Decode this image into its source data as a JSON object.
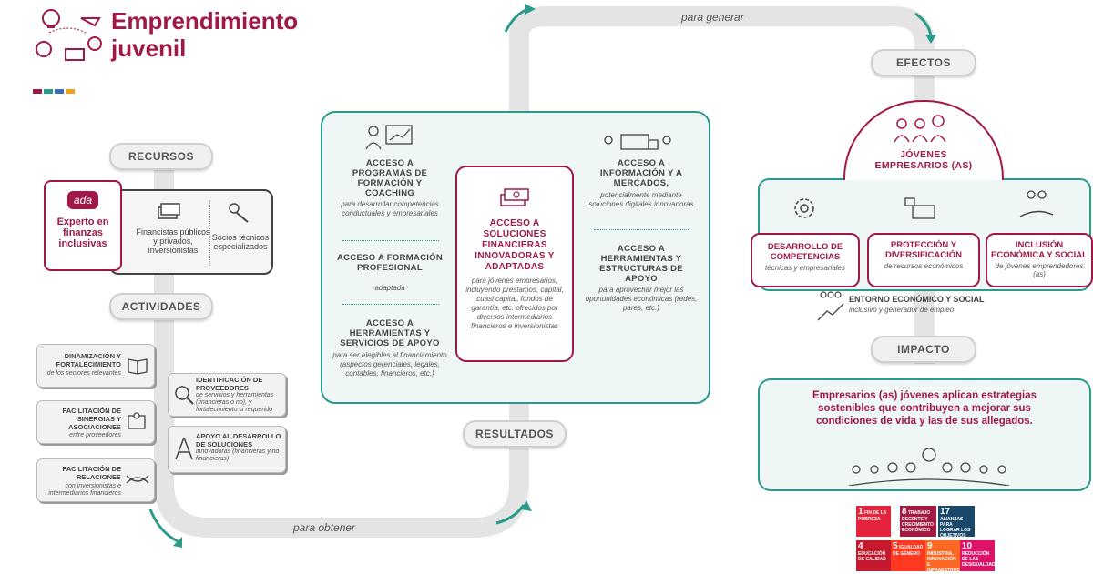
{
  "title": "Emprendimiento juvenil",
  "flow": {
    "generar": "para generar",
    "obtener": "para obtener"
  },
  "pills": {
    "recursos": "RECURSOS",
    "actividades": "ACTIVIDADES",
    "resultados": "RESULTADOS",
    "efectos": "EFECTOS",
    "impacto": "IMPACTO"
  },
  "recursos": {
    "ada_logo": "ada",
    "ada_label": "Experto en finanzas inclusivas",
    "financistas": "Financistas públicos y privados, inversionistas",
    "socios": "Socios técnicos especializados"
  },
  "actividades": [
    {
      "title": "DINAMIZACIÓN Y FORTALECIMIENTO",
      "sub": "de los sectores relevantes"
    },
    {
      "title": "FACILITACIÓN DE SINERGIAS Y ASOCIACIONES",
      "sub": "entre proveedores"
    },
    {
      "title": "FACILITACIÓN DE RELACIONES",
      "sub": "con inversionistas e intermediarios financieros"
    },
    {
      "title": "IDENTIFICACIÓN DE PROVEEDORES",
      "sub": "de servicios y herramientas (financieras o no), y fortalecimiento si requerido"
    },
    {
      "title": "APOYO AL DESARROLLO DE SOLUCIONES",
      "sub": "innovadoras (financieras y no financieras)"
    }
  ],
  "resultados": {
    "left": [
      {
        "title": "ACCESO A PROGRAMAS DE FORMACIÓN Y COACHING",
        "sub": "para desarrollar competencias conductuales y empresariales"
      },
      {
        "title": "ACCESO A FORMACIÓN PROFESIONAL",
        "sub": "adaptada"
      },
      {
        "title": "ACCESO A HERRAMIENTAS Y SERVICIOS DE APOYO",
        "sub": "para ser elegibles al financiamiento (aspectos gerenciales, legales, contables, financieros, etc.)"
      }
    ],
    "center": {
      "title": "ACCESO A SOLUCIONES FINANCIERAS INNOVADORAS Y ADAPTADAS",
      "sub": "para jóvenes empresarios, incluyendo préstamos, capital, cuasi capital, fondos de garantía, etc. ofrecidos por diversos intermediarios financieros e inversionistas"
    },
    "right": [
      {
        "title": "ACCESO A INFORMACIÓN Y A MERCADOS,",
        "sub": "potencialmente mediante soluciones digitales innovadoras"
      },
      {
        "title": "ACCESO A HERRAMIENTAS Y ESTRUCTURAS DE APOYO",
        "sub": "para aprovechar mejor las oportunidades económicas (redes, pares, etc.)"
      }
    ]
  },
  "efectos": {
    "jovenes": "JÓVENES EMPRESARIOS (AS)",
    "items": [
      {
        "title": "DESARROLLO DE COMPETENCIAS",
        "sub": "técnicas y empresariales"
      },
      {
        "title": "PROTECCIÓN Y DIVERSIFICACIÓN",
        "sub": "de recursos económicos"
      },
      {
        "title": "INCLUSIÓN ECONÓMICA Y SOCIAL",
        "sub": "de jóvenes emprendedores (as)"
      }
    ],
    "entorno_title": "ENTORNO ECONÓMICO Y SOCIAL",
    "entorno_sub": "inclusivo y generador de empleo"
  },
  "impacto": {
    "text": "Empresarios (as) jóvenes aplican estrategias sostenibles que contribuyen a mejorar sus condiciones de vida y las de sus allegados."
  },
  "sdgs": [
    {
      "num": "1",
      "label": "FIN DE LA POBREZA",
      "color": "#e5243b"
    },
    {
      "num": "8",
      "label": "TRABAJO DECENTE Y CRECIMIENTO ECONÓMICO",
      "color": "#a21942"
    },
    {
      "num": "17",
      "label": "ALIANZAS PARA LOGRAR LOS OBJETIVOS",
      "color": "#19486a"
    },
    {
      "num": "4",
      "label": "EDUCACIÓN DE CALIDAD",
      "color": "#c5192d"
    },
    {
      "num": "5",
      "label": "IGUALDAD DE GÉNERO",
      "color": "#ff3a21"
    },
    {
      "num": "9",
      "label": "INDUSTRIA, INNOVACIÓN E INFRAESTRUCTURA",
      "color": "#fd6925"
    },
    {
      "num": "10",
      "label": "REDUCCIÓN DE LAS DESIGUALDADES",
      "color": "#dd1367"
    }
  ],
  "colors": {
    "brand": "#a01848",
    "teal": "#2a9a8a",
    "grey": "#cfcfcf"
  }
}
